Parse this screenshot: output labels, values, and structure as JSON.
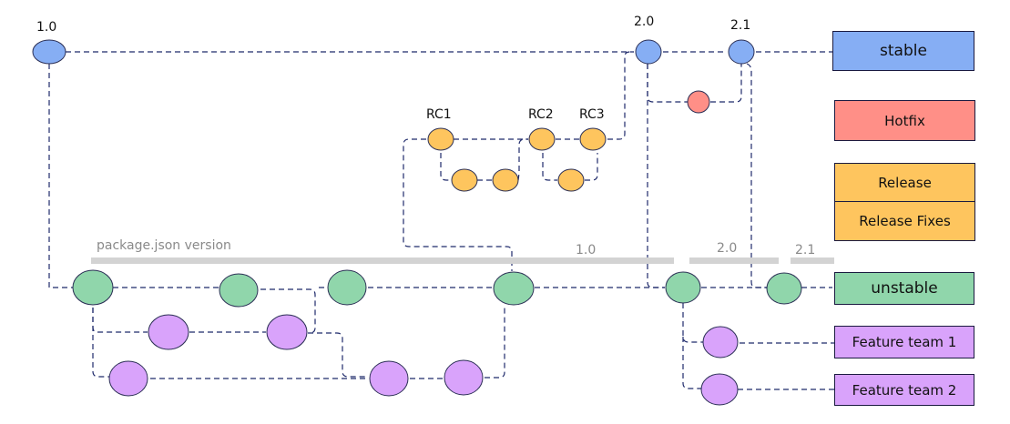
{
  "colors": {
    "stable": "#86aef4",
    "hotfix": "#ff8f87",
    "release": "#fec55e",
    "unstable": "#90d6ab",
    "feature": "#d9a3fb",
    "edge": "#1f2a6b",
    "version_bar": "#d3d3d3"
  },
  "version_labels": {
    "v1_0": "1.0",
    "v2_0": "2.0",
    "v2_1": "2.1"
  },
  "release_labels": {
    "rc1": "RC1",
    "rc2": "RC2",
    "rc3": "RC3"
  },
  "package_json": {
    "title": "package.json version",
    "segments": [
      "1.0",
      "2.0",
      "2.1"
    ]
  },
  "legend": {
    "stable": "stable",
    "hotfix": "Hotfix",
    "release": "Release",
    "release_fixes": "Release Fixes",
    "unstable": "unstable",
    "feature1": "Feature team 1",
    "feature2": "Feature team 2"
  },
  "branches": [
    "stable",
    "hotfix",
    "release",
    "unstable",
    "feature team 1",
    "feature team 2"
  ]
}
